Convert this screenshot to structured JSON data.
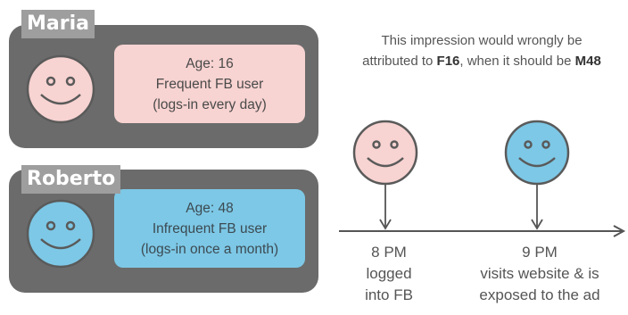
{
  "maria": {
    "name": "Maria",
    "age_line": "Age: 16",
    "usage_line": "Frequent FB user",
    "detail_line": "(logs-in every day)",
    "face_color": "#f7d3d1"
  },
  "roberto": {
    "name": "Roberto",
    "age_line": "Age: 48",
    "usage_line": "Infrequent FB user",
    "detail_line": "(logs-in once a month)",
    "face_color": "#7dc8e6"
  },
  "caption": {
    "line1": "This impression would wrongly be",
    "line2_prefix": "attributed to ",
    "wrong_attr": "F16",
    "line2_mid": ", when it should be ",
    "right_attr": "M48"
  },
  "timeline": {
    "event1_time": "8 PM",
    "event1_line1": "logged",
    "event1_line2": "into FB",
    "event2_time": "9 PM",
    "event2_line1": "visits website & is",
    "event2_line2": "exposed to the ad"
  }
}
